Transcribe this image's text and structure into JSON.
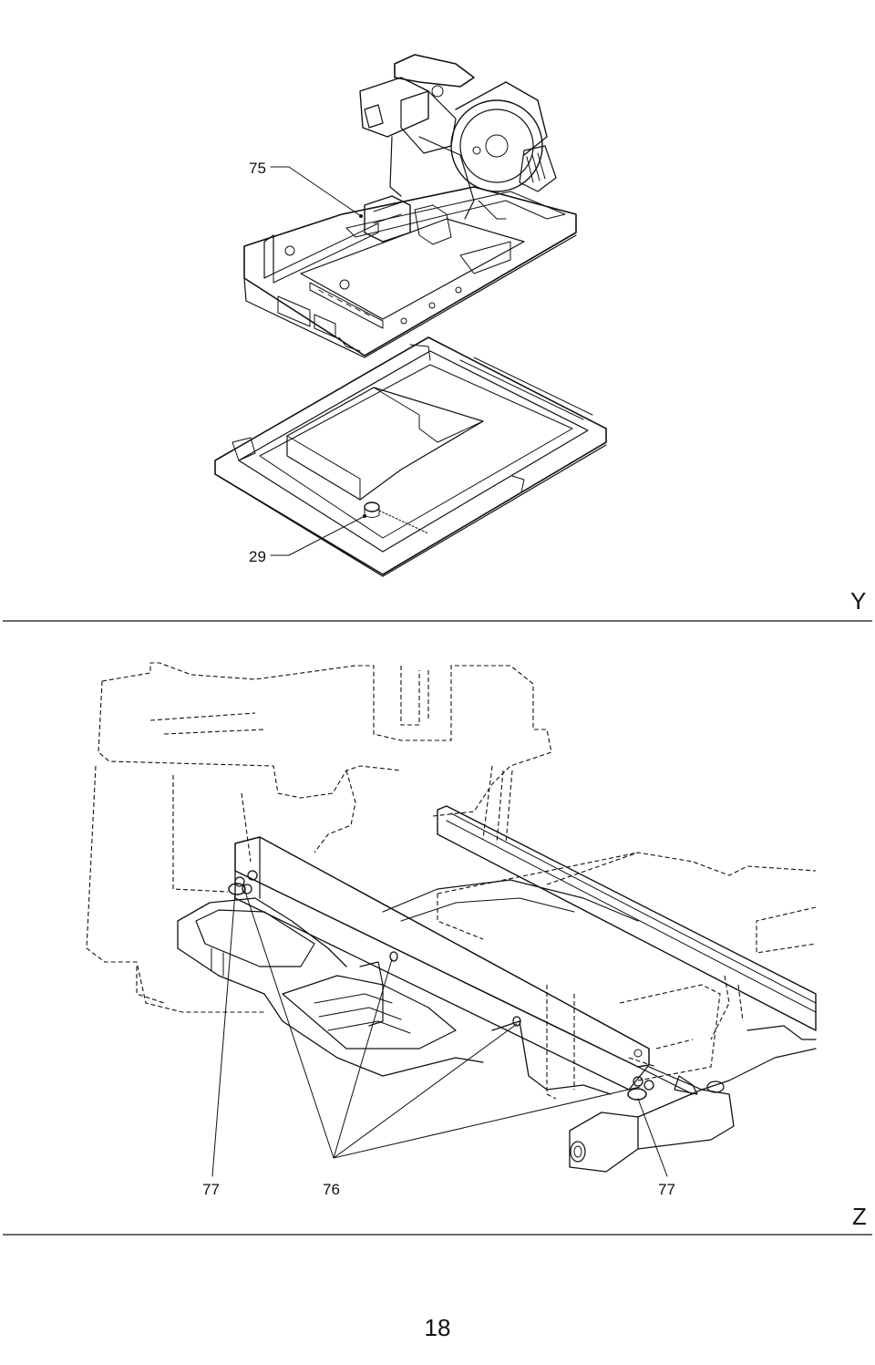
{
  "figure_y": {
    "callouts": [
      {
        "id": "motor",
        "label": "75"
      },
      {
        "id": "drain",
        "label": "29"
      }
    ],
    "section_letter": "Y"
  },
  "figure_z": {
    "callouts": [
      {
        "id": "screw-left",
        "label": "77"
      },
      {
        "id": "bolts",
        "label": "76"
      },
      {
        "id": "screw-right",
        "label": "77"
      }
    ],
    "section_letter": "Z"
  },
  "page_number": "18"
}
